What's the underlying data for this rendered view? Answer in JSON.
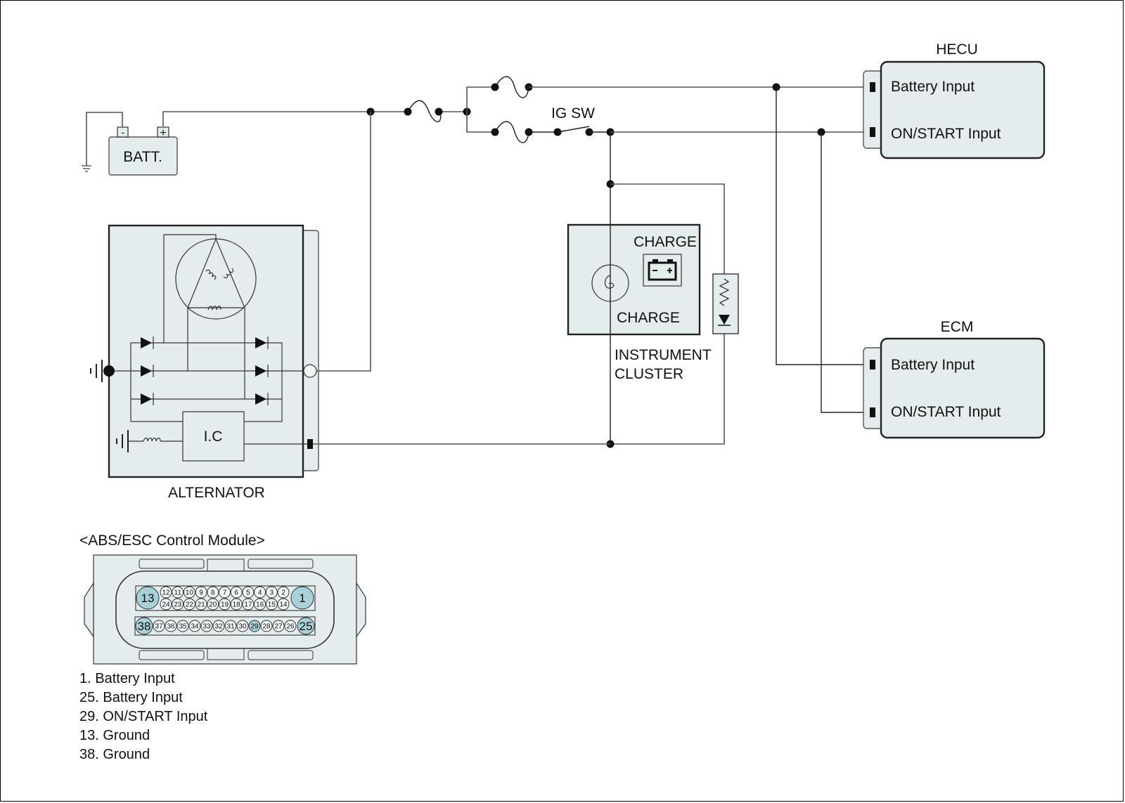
{
  "components": {
    "battery": {
      "label": "BATT.",
      "neg_terminal": "-",
      "pos_terminal": "+"
    },
    "alternator": {
      "label": "ALTERNATOR",
      "regulator_label": "I.C"
    },
    "ig_switch": {
      "label": "IG SW"
    },
    "instrument_cluster": {
      "label_line1": "INSTRUMENT",
      "label_line2": "CLUSTER",
      "warning_title": "CHARGE",
      "lamp_label": "CHARGE"
    },
    "hecu": {
      "title": "HECU",
      "pins": [
        "Battery Input",
        "ON/START Input"
      ]
    },
    "ecm": {
      "title": "ECM",
      "pins": [
        "Battery Input",
        "ON/START Input"
      ]
    }
  },
  "connector": {
    "title": "<ABS/ESC Control Module>",
    "row1_top": [
      "12",
      "11",
      "10",
      "9",
      "8",
      "7",
      "6",
      "5",
      "4",
      "3",
      "2"
    ],
    "row1_bottom": [
      "24",
      "23",
      "22",
      "21",
      "20",
      "19",
      "18",
      "17",
      "16",
      "15",
      "14"
    ],
    "row1_left_big": "13",
    "row1_right_big": "1",
    "row2": [
      "37",
      "36",
      "35",
      "34",
      "33",
      "32",
      "31",
      "30",
      "29",
      "28",
      "27",
      "26"
    ],
    "row2_left_big": "38",
    "row2_right_big": "25",
    "highlighted_pins": [
      "1",
      "13",
      "25",
      "29",
      "38"
    ],
    "highlight_color": "#a8d0d8"
  },
  "pin_legend": [
    "1. Battery Input",
    "25. Battery Input",
    "29. ON/START Input",
    "13. Ground",
    "38. Ground"
  ],
  "colors": {
    "component_fill": "#e4ecee",
    "wire": "#555555",
    "text": "#111111"
  }
}
